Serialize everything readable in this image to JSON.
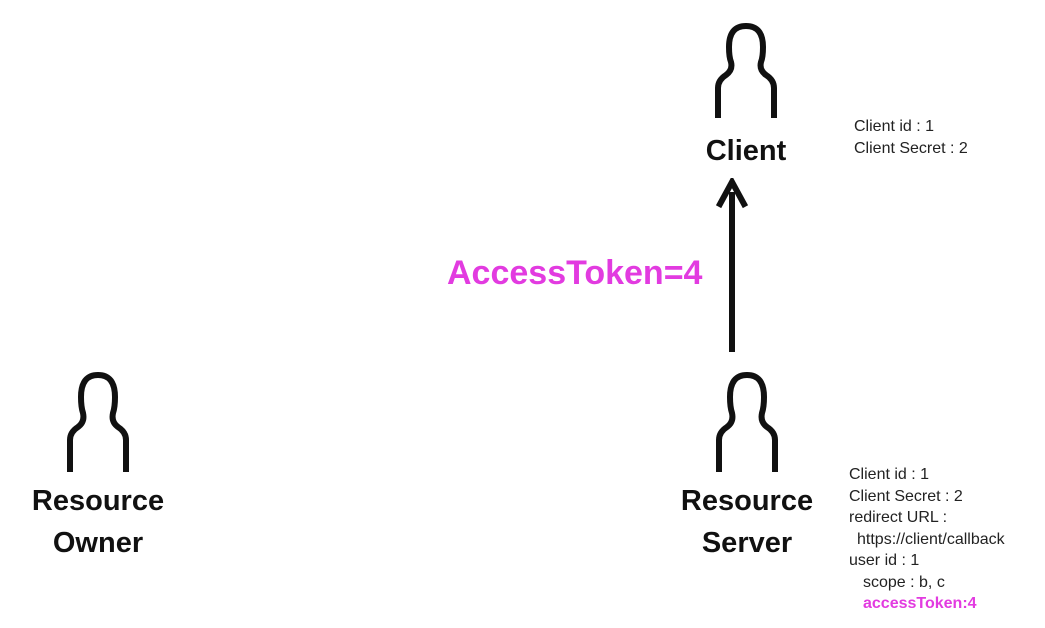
{
  "colors": {
    "text": "#111111",
    "accent": "#e23be0"
  },
  "actors": {
    "client": {
      "label": "Client",
      "icon": "person-icon"
    },
    "resource_owner": {
      "label": "Resource\nOwner",
      "icon": "person-icon"
    },
    "resource_server": {
      "label": "Resource\nServer",
      "icon": "person-icon"
    }
  },
  "client_info": {
    "line1": "Client id : 1",
    "line2": "Client Secret : 2"
  },
  "server_info": {
    "line1": "Client id : 1",
    "line2": "Client Secret : 2",
    "line3": "redirect URL :",
    "line4": "https://client/callback",
    "line5": "user id : 1",
    "line6": "scope : b, c",
    "line7": "accessToken:4"
  },
  "flow": {
    "arrow_label": "AccessToken=4",
    "direction": "resource-server-to-client"
  }
}
